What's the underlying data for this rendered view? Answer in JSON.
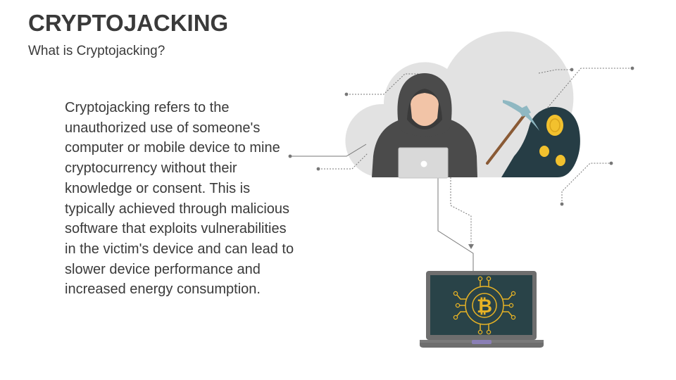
{
  "slide": {
    "title": "CRYPTOJACKING",
    "subtitle": "What is Cryptojacking?",
    "body": "Cryptojacking refers to the unauthorized use of someone's computer or mobile device to mine cryptocurrency without their knowledge or consent. This is typically achieved through malicious software that exploits vulnerabilities in the victim's device and can lead to slower device performance and increased energy consumption."
  },
  "illustration": {
    "icons": [
      "hooded-hacker-icon",
      "laptop-icon",
      "pickaxe-icon",
      "mining-cave-icon",
      "gold-coin-icon",
      "bitcoin-circuit-icon"
    ],
    "colors": {
      "cloud": "#e2e2e2",
      "hacker": "#4b4b4b",
      "skin": "#f2c4a7",
      "cave": "#263d45",
      "coin": "#f2c12e",
      "laptop_screen": "#294348",
      "laptop_body": "#6e6e6e",
      "bitcoin_accent": "#e6b225",
      "connector_line": "#777777"
    }
  }
}
